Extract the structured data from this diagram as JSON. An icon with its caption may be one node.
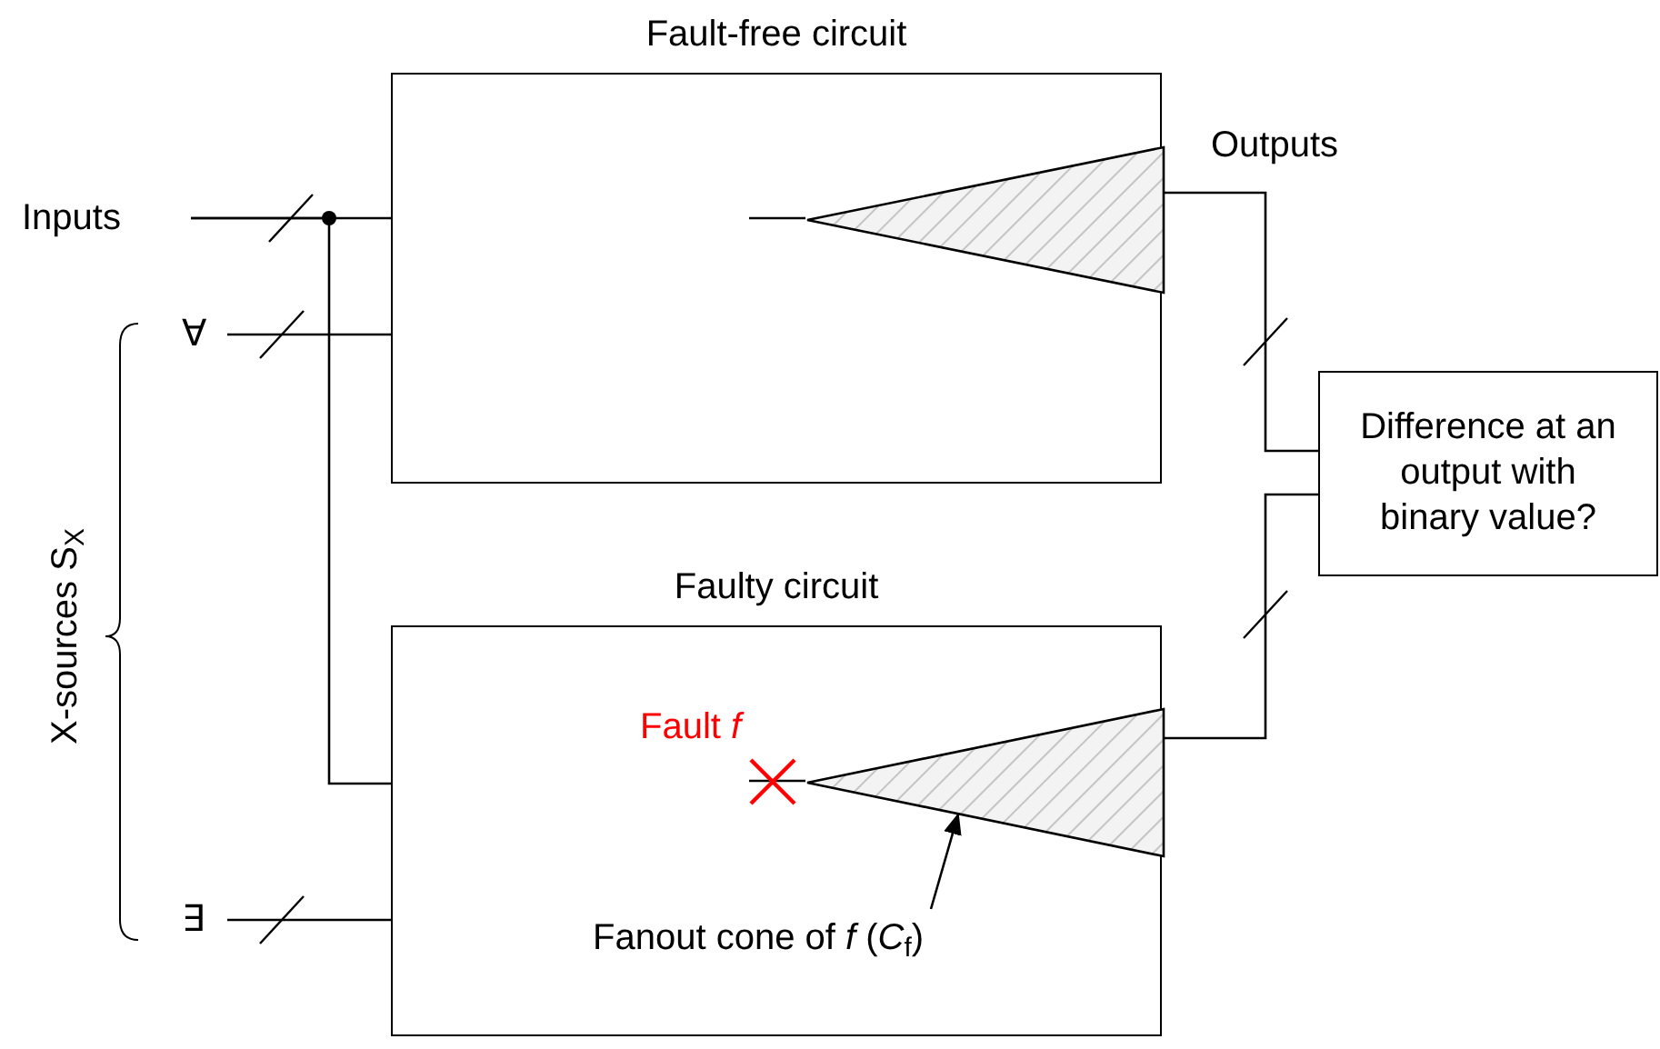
{
  "diagram": {
    "nodes": [
      {
        "text": [
          "Inputs"
        ]
      },
      {
        "text": [
          "∀"
        ]
      },
      {
        "text": [
          "∃"
        ]
      },
      {
        "text": [
          "Fault-free circuit"
        ]
      },
      {
        "text": [],
        "shape": "triangle",
        "in": 3
      },
      {
        "text": [
          "Faulty circuit"
        ]
      },
      {
        "text": [],
        "shape": "triangle",
        "in": 5
      },
      {
        "text": [
          "Fanout cone of *f* (*C*$_{f}$)"
        ],
        "in": 5
      },
      {
        "text": [
          "Difference at an output with binary value?"
        ]
      }
    ],
    "edges": [
      {
        "from": 0,
        "to": 3,
        "arrow": "none"
      },
      {
        "from": 0,
        "to": 5,
        "arrow": "none"
      },
      {
        "from": 1,
        "to": 3,
        "arrow": "none"
      },
      {
        "from": 2,
        "to": 5,
        "arrow": "none"
      },
      {
        "from": 3,
        "to": 8,
        "arrow": "none"
      },
      {
        "from": 5,
        "to": 8,
        "arrow": "none"
      },
      {
        "from": 7,
        "to": 6,
        "arrow": "to"
      }
    ],
    "labels": [
      "Outputs",
      "X-sources S$_{X}$",
      "Fault *f*"
    ]
  }
}
